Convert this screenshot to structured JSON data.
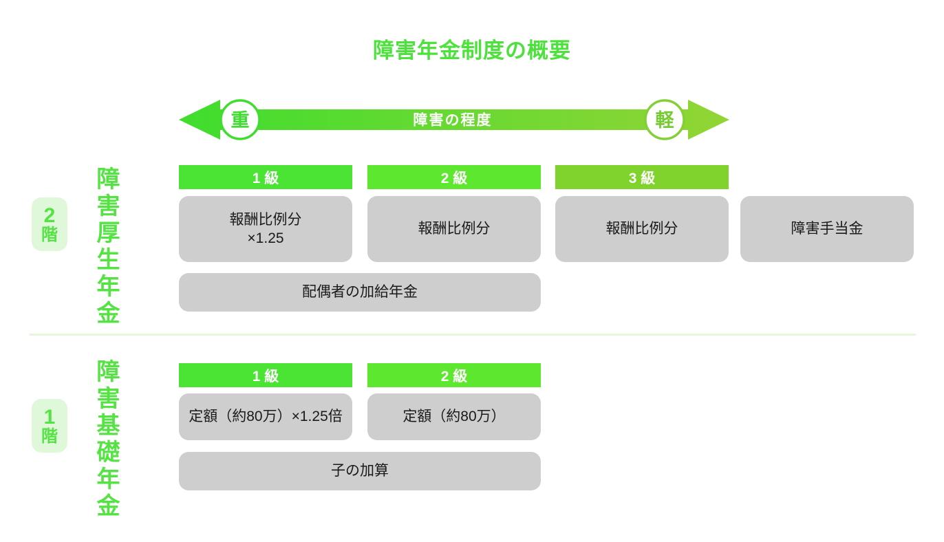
{
  "title": "障害年金制度の概要",
  "severity_arrow": {
    "heavy_label": "重",
    "axis_label": "障害の程度",
    "light_label": "軽"
  },
  "tiers": [
    {
      "name": "障害厚生年金",
      "floor_number": "2",
      "floor_suffix": "階",
      "grades": [
        "1 級",
        "2 級",
        "3 級"
      ],
      "benefits": [
        "報酬比例分\n×1.25",
        "報酬比例分",
        "報酬比例分",
        "障害手当金"
      ],
      "span_benefit": "配偶者の加給年金"
    },
    {
      "name": "障害基礎年金",
      "floor_number": "1",
      "floor_suffix": "階",
      "grades": [
        "1 級",
        "2 級"
      ],
      "benefits": [
        "定額（約80万）×1.25倍",
        "定額（約80万）"
      ],
      "span_benefit": "子の加算"
    }
  ],
  "colors": {
    "title_green": "#4ce13b",
    "label_green": "#55e243",
    "pale_green": "#dff8da",
    "grade1_green": "#4be334",
    "grade2_green": "#5de72e",
    "grade3_green": "#80d32d",
    "gray_box": "#cecece",
    "divider_green": "#e3f7df",
    "arrow_gradient_start": "#3fdd2e",
    "arrow_gradient_end": "#92d535",
    "text_dark": "#1a1a1a"
  }
}
